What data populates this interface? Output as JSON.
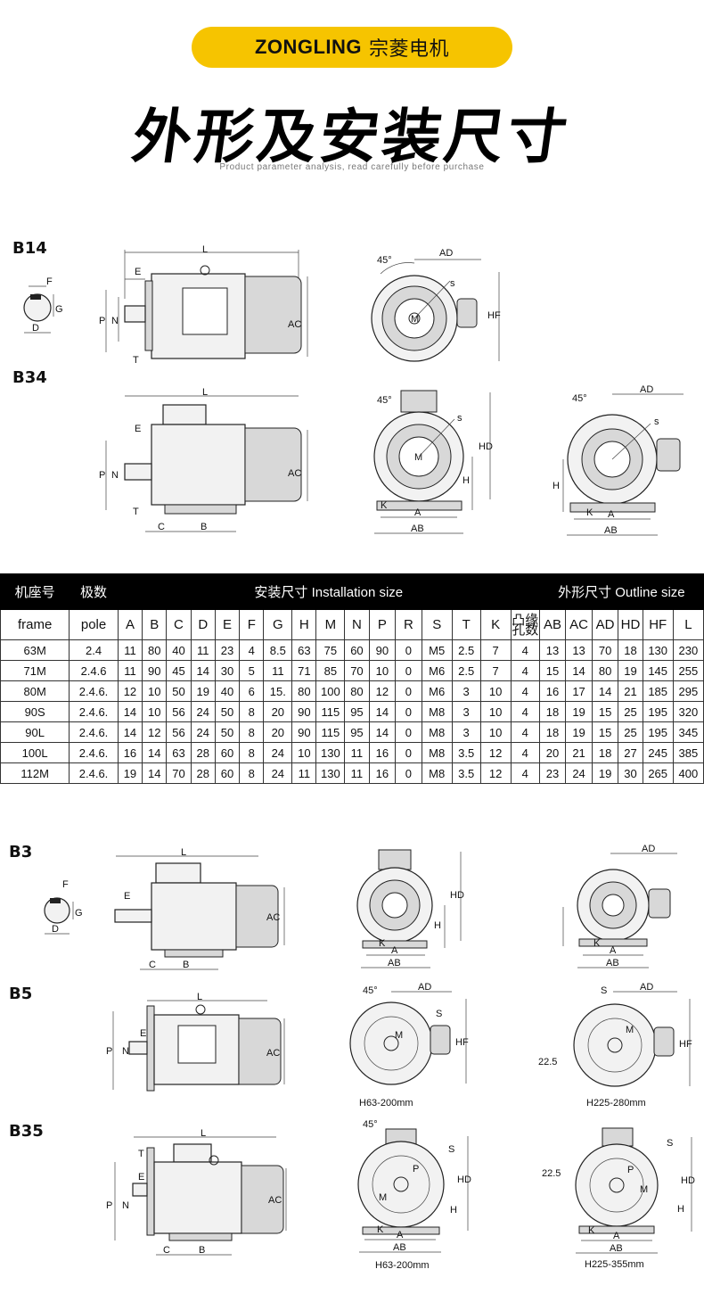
{
  "brand": {
    "name_en": "ZONGLING",
    "name_cn": "宗菱电机"
  },
  "title": "外形及安装尺寸",
  "subtitle": "Product parameter analysis, read carefully before purchase",
  "sections": {
    "b14": "B14",
    "b34": "B34",
    "b3": "B3",
    "b5": "B5",
    "b35": "B35"
  },
  "dim_labels": {
    "L": "L",
    "E": "E",
    "F": "F",
    "G": "G",
    "D": "D",
    "P": "P",
    "N": "N",
    "T": "T",
    "AC": "AC",
    "AD": "AD",
    "HF": "HF",
    "HD": "HD",
    "H": "H",
    "A": "A",
    "AB": "AB",
    "B": "B",
    "C": "C",
    "K": "K",
    "S": "S",
    "s": "s",
    "M": "M",
    "angle": "45°",
    "offset": "22.5"
  },
  "range_labels": {
    "b5_left": "H63-200mm",
    "b5_right": "H225-280mm",
    "b35_left": "H63-200mm",
    "b35_right": "H225-355mm"
  },
  "table": {
    "header": {
      "frame_cn": "机座号",
      "pole_cn": "极数",
      "install": "安装尺寸  Installation size",
      "outline": "外形尺寸  Outline size"
    },
    "columns": [
      "frame",
      "pole",
      "A",
      "B",
      "C",
      "D",
      "E",
      "F",
      "G",
      "H",
      "M",
      "N",
      "P",
      "R",
      "S",
      "T",
      "K",
      "凸缘孔数",
      "AB",
      "AC",
      "AD",
      "HD",
      "HF",
      "L"
    ],
    "rows": [
      [
        "63M",
        "2.4",
        "11",
        "80",
        "40",
        "11",
        "23",
        "4",
        "8.5",
        "63",
        "75",
        "60",
        "90",
        "0",
        "M5",
        "2.5",
        "7",
        "4",
        "13",
        "13",
        "70",
        "18",
        "130",
        "230"
      ],
      [
        "71M",
        "2.4.6",
        "11",
        "90",
        "45",
        "14",
        "30",
        "5",
        "11",
        "71",
        "85",
        "70",
        "10",
        "0",
        "M6",
        "2.5",
        "7",
        "4",
        "15",
        "14",
        "80",
        "19",
        "145",
        "255"
      ],
      [
        "80M",
        "2.4.6.",
        "12",
        "10",
        "50",
        "19",
        "40",
        "6",
        "15.",
        "80",
        "100",
        "80",
        "12",
        "0",
        "M6",
        "3",
        "10",
        "4",
        "16",
        "17",
        "14",
        "21",
        "185",
        "295"
      ],
      [
        "90S",
        "2.4.6.",
        "14",
        "10",
        "56",
        "24",
        "50",
        "8",
        "20",
        "90",
        "115",
        "95",
        "14",
        "0",
        "M8",
        "3",
        "10",
        "4",
        "18",
        "19",
        "15",
        "25",
        "195",
        "320"
      ],
      [
        "90L",
        "2.4.6.",
        "14",
        "12",
        "56",
        "24",
        "50",
        "8",
        "20",
        "90",
        "115",
        "95",
        "14",
        "0",
        "M8",
        "3",
        "10",
        "4",
        "18",
        "19",
        "15",
        "25",
        "195",
        "345"
      ],
      [
        "100L",
        "2.4.6.",
        "16",
        "14",
        "63",
        "28",
        "60",
        "8",
        "24",
        "10",
        "130",
        "11",
        "16",
        "0",
        "M8",
        "3.5",
        "12",
        "4",
        "20",
        "21",
        "18",
        "27",
        "245",
        "385"
      ],
      [
        "112M",
        "2.4.6.",
        "19",
        "14",
        "70",
        "28",
        "60",
        "8",
        "24",
        "11",
        "130",
        "11",
        "16",
        "0",
        "M8",
        "3.5",
        "12",
        "4",
        "23",
        "24",
        "19",
        "30",
        "265",
        "400"
      ]
    ]
  }
}
